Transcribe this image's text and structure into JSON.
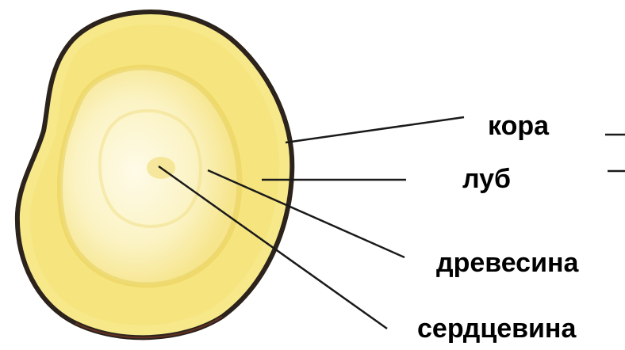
{
  "diagram": {
    "labels": {
      "bark": "кора",
      "bast": "луб",
      "wood": "древесина",
      "pith": "сердцевина"
    },
    "colors": {
      "bark_outline": "#2b231c",
      "bark_outline_red": "#8a3a28",
      "bast_fill": "#f7e98a",
      "wood_fill": "#fbf3bf",
      "ring_color": "#e8cf5a",
      "pith_color": "#f1d96a",
      "line_color": "#1a1a1a"
    }
  }
}
